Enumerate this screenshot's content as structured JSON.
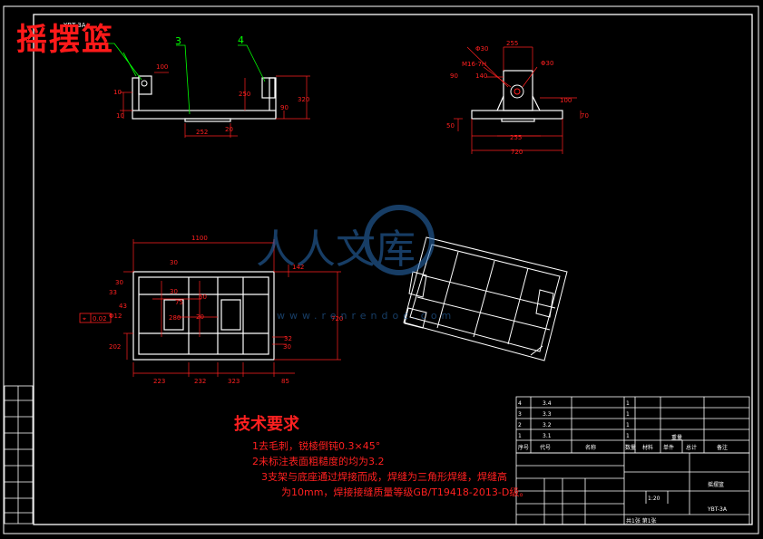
{
  "drawing": {
    "title": "摇摆篮",
    "code_top": "YBT-3A",
    "colors": {
      "line": "#ffffff",
      "dim": "#ff2020",
      "leader": "#00ff00",
      "accent": "#ffff00"
    },
    "balloons": [
      "3",
      "4"
    ]
  },
  "top_view": {
    "dims": [
      "100",
      "10",
      "10",
      "250",
      "90",
      "320",
      "252",
      "20"
    ]
  },
  "side_view": {
    "dims": [
      "Φ30",
      "255",
      "M16-7H",
      "Φ30",
      "140",
      "90",
      "100",
      "70",
      "50",
      "255",
      "720"
    ]
  },
  "plan_view": {
    "dims": [
      "1100",
      "142",
      "30",
      "33",
      "43",
      "30",
      "75",
      "280",
      "60",
      "20",
      "720",
      "Φ12",
      "202",
      "32",
      "223",
      "232",
      "323",
      "85",
      "30",
      "30"
    ],
    "tolerance": "0.02"
  },
  "tech_requirements": {
    "title": "技术要求",
    "lines": [
      "1去毛刺，锐棱倒钝0.3×45°",
      "2未标注表面粗糙度的均为3.2",
      "3支架与底座通过焊接而成，焊缝为三角形焊缝，焊缝高",
      "为10mm，焊接接缝质量等级GB/T19418-2013-D级。"
    ]
  },
  "bom": {
    "rows": [
      [
        "4",
        "3.4",
        "",
        "1",
        "",
        "",
        ""
      ],
      [
        "3",
        "3.3",
        "",
        "1",
        "",
        "",
        ""
      ],
      [
        "2",
        "3.2",
        "",
        "1",
        "",
        "",
        ""
      ],
      [
        "1",
        "3.1",
        "",
        "1",
        "",
        "",
        ""
      ]
    ],
    "header": [
      "序号",
      "代号",
      "名称",
      "数量",
      "材料",
      "单件",
      "总计",
      "备注"
    ],
    "weight_label": "重量"
  },
  "title_block": {
    "university": "",
    "part_name": "摇摆篮",
    "drawing_no": "YBT-3A",
    "scale": "1:20",
    "sheet": "共1张 第1张"
  },
  "watermark": {
    "text": "人人文库",
    "url": "www.renrendoc.com"
  }
}
